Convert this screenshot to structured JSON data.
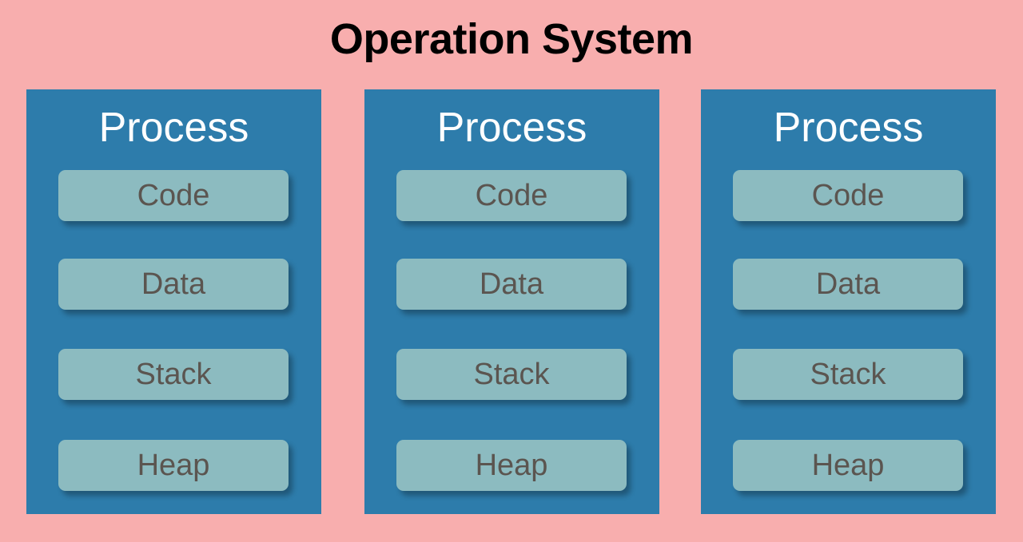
{
  "diagram": {
    "title": "Operation System",
    "background_color": "#f8aeae",
    "panel_color": "#2d7cab",
    "segment_color": "#8cbbc0",
    "title_color": "#000000",
    "panel_title_color": "#ffffff",
    "segment_text_color": "#5b5550",
    "processes": [
      {
        "title": "Process",
        "segments": [
          {
            "label": "Code"
          },
          {
            "label": "Data"
          },
          {
            "label": "Stack"
          },
          {
            "label": "Heap"
          }
        ]
      },
      {
        "title": "Process",
        "segments": [
          {
            "label": "Code"
          },
          {
            "label": "Data"
          },
          {
            "label": "Stack"
          },
          {
            "label": "Heap"
          }
        ]
      },
      {
        "title": "Process",
        "segments": [
          {
            "label": "Code"
          },
          {
            "label": "Data"
          },
          {
            "label": "Stack"
          },
          {
            "label": "Heap"
          }
        ]
      }
    ]
  }
}
